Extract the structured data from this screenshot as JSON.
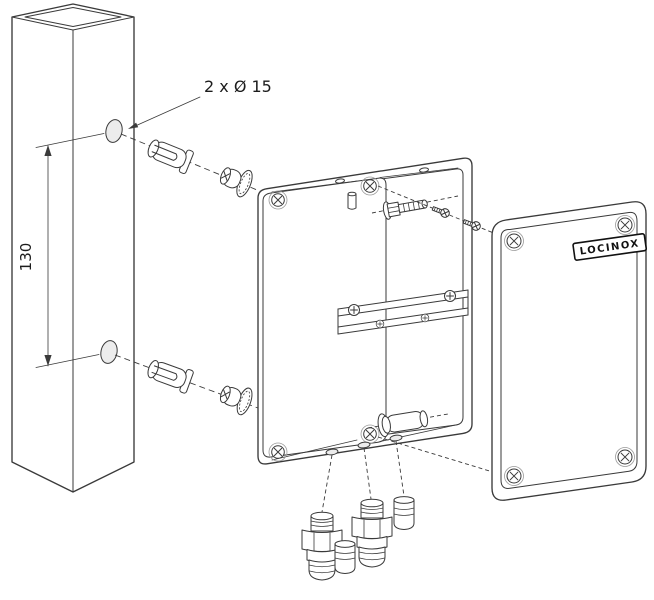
{
  "diagram": {
    "annotations": {
      "holes_label": "2 x Ø 15",
      "dimension_label": "130",
      "brand_label": "LOCINOX"
    },
    "colors": {
      "background": "#ffffff",
      "line": "#3a3a3a",
      "brand_plate_border": "#111111"
    }
  }
}
